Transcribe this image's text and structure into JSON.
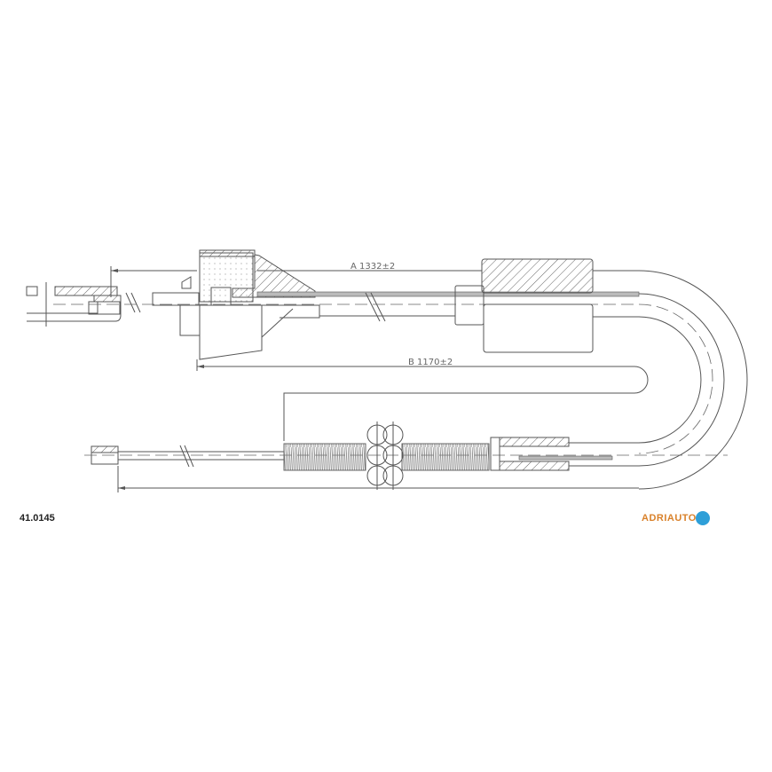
{
  "drawing": {
    "part_number": "41.0145",
    "dimension_a": "A  1332±2",
    "dimension_b": "B  1170±2",
    "brand": "ADRIAUTO",
    "brand_color": "#d9812a",
    "brand_mark_color": "#2e9fd8"
  }
}
